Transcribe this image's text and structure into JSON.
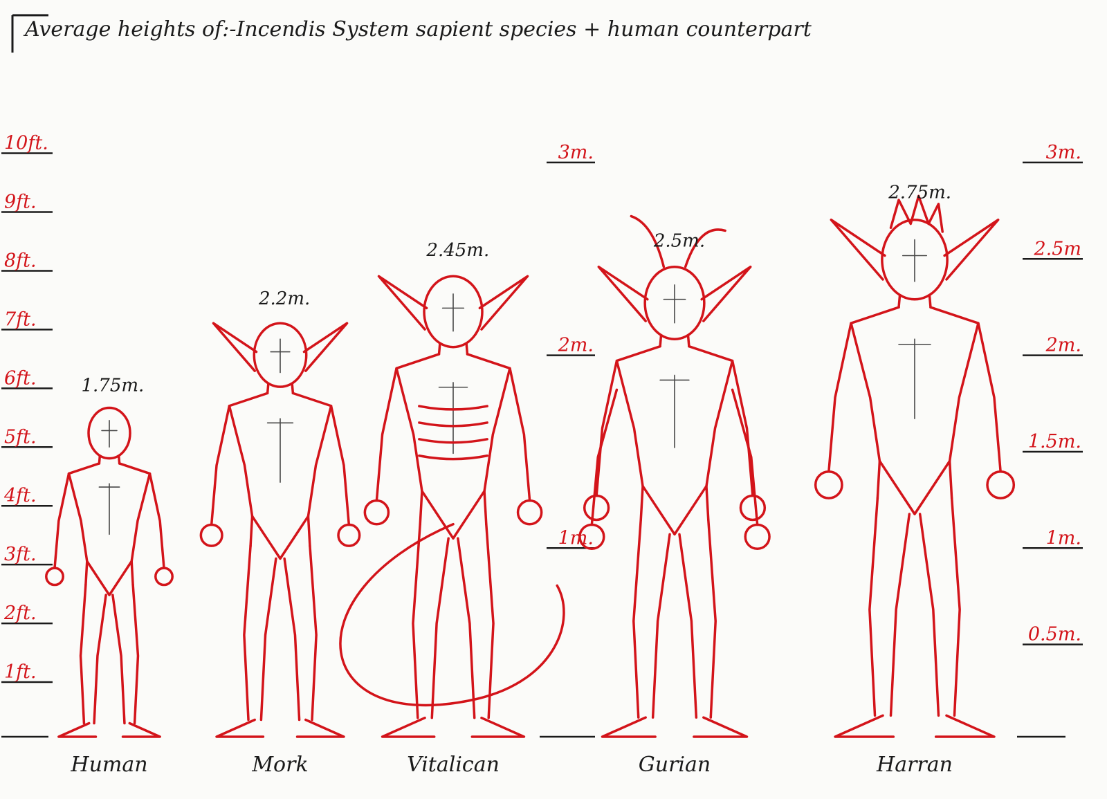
{
  "chart_data": {
    "type": "bar",
    "title": "Average heights of:-Incendis System sapient species + human counterpart",
    "categories": [
      "Human",
      "Mork",
      "Vitalican",
      "Gurian",
      "Harran"
    ],
    "values": [
      1.75,
      2.2,
      2.45,
      2.5,
      2.75
    ],
    "value_labels": [
      "1.75m.",
      "2.2m.",
      "2.45m.",
      "2.5m.",
      "2.75m."
    ],
    "unit": "m",
    "ylim": [
      0,
      3.05
    ],
    "left_axis": {
      "unit": "ft",
      "ticks": [
        {
          "value": 1,
          "label": "1ft."
        },
        {
          "value": 2,
          "label": "2ft."
        },
        {
          "value": 3,
          "label": "3ft."
        },
        {
          "value": 4,
          "label": "4ft."
        },
        {
          "value": 5,
          "label": "5ft."
        },
        {
          "value": 6,
          "label": "6ft."
        },
        {
          "value": 7,
          "label": "7ft."
        },
        {
          "value": 8,
          "label": "8ft."
        },
        {
          "value": 9,
          "label": "9ft."
        },
        {
          "value": 10,
          "label": "10ft."
        }
      ]
    },
    "middle_axis": {
      "unit": "m",
      "ticks": [
        {
          "value": 1,
          "label": "1m."
        },
        {
          "value": 2,
          "label": "2m."
        },
        {
          "value": 3,
          "label": "3m."
        }
      ]
    },
    "right_axis": {
      "unit": "m",
      "ticks": [
        {
          "value": 0.5,
          "label": "0.5m."
        },
        {
          "value": 1,
          "label": "1m."
        },
        {
          "value": 1.5,
          "label": "1.5m."
        },
        {
          "value": 2,
          "label": "2m."
        },
        {
          "value": 2.5,
          "label": "2.5m"
        },
        {
          "value": 3,
          "label": "3m."
        }
      ]
    },
    "grid": false,
    "legend": "none"
  },
  "colors": {
    "ink": "#d3141a",
    "outline": "#1a1a1a",
    "background": "#fbfbf9"
  }
}
